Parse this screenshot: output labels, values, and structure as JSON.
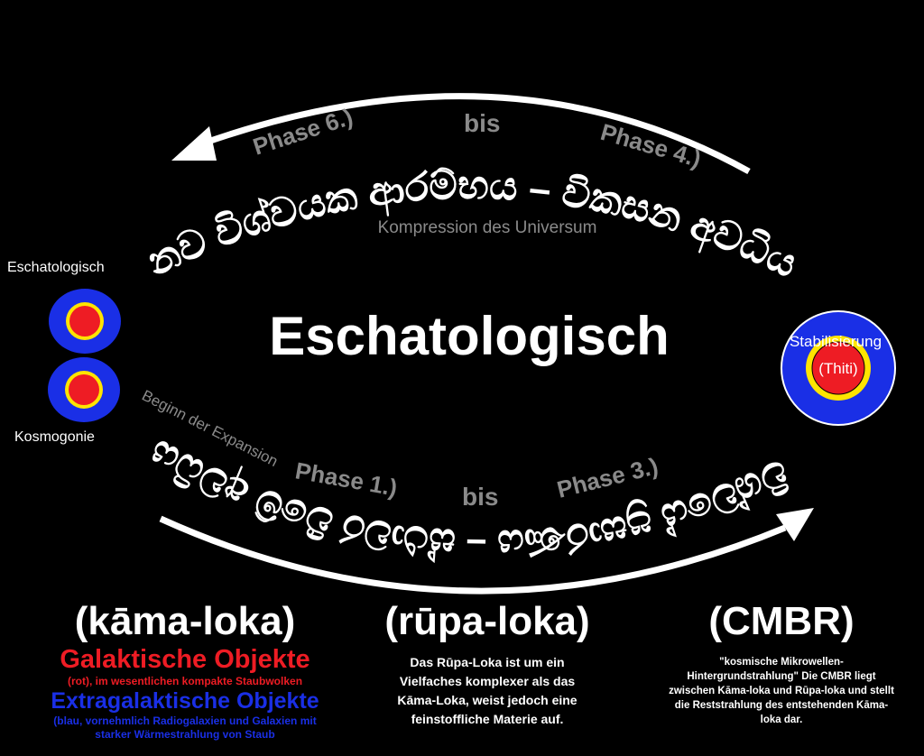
{
  "title": "Eschatologisch",
  "top_arc": {
    "sinhala": "නව විශ්වයක ආරම්භය – විකසන අවධිය",
    "phase_left": "Phase 6.)",
    "bis": "bis",
    "phase_right": "Phase 4.)",
    "caption": "Kompression des Universum"
  },
  "bottom_arc": {
    "sinhala": "විශ්වයේ ප්‍රසාරණය – ස්ථාවර වීමේ අවධිය",
    "caption": "Beginn der Expansion",
    "phase_left": "Phase 1.)",
    "bis": "bis",
    "phase_right": "Phase 3.)"
  },
  "left_nodes": {
    "top_label": "Eschatologisch",
    "bottom_label": "Kosmogonie"
  },
  "right_node": {
    "label": "Stabilisierung",
    "sub": "(Thiti)"
  },
  "columns": {
    "kama": {
      "head": "(kāma-loka)",
      "red_title": "Galaktische Objekte",
      "red_text": "(rot), im wesentlichen kompakte Staubwolken",
      "blue_title": "Extragalaktische Objekte",
      "blue_text": "(blau, vornehmlich Radiogalaxien und Galaxien mit starker Wärmestrahlung von Staub"
    },
    "rupa": {
      "head": "(rūpa-loka)",
      "text": "Das Rūpa-Loka ist um ein Vielfaches komplexer als das Kāma-Loka, weist jedoch eine feinstoffliche Materie auf."
    },
    "cmbr": {
      "head": "(CMBR)",
      "text": "\"kosmische Mikrowellen-Hintergrundstrahlung\" Die CMBR liegt zwischen Kāma-loka und Rūpa-loka und stellt die Reststrahlung des entstehenden Kāma-loka dar."
    }
  },
  "colors": {
    "red": "#ee1c24",
    "blue": "#1a2fe6",
    "yellow": "#ffe400",
    "gray": "#8a8a8a"
  }
}
